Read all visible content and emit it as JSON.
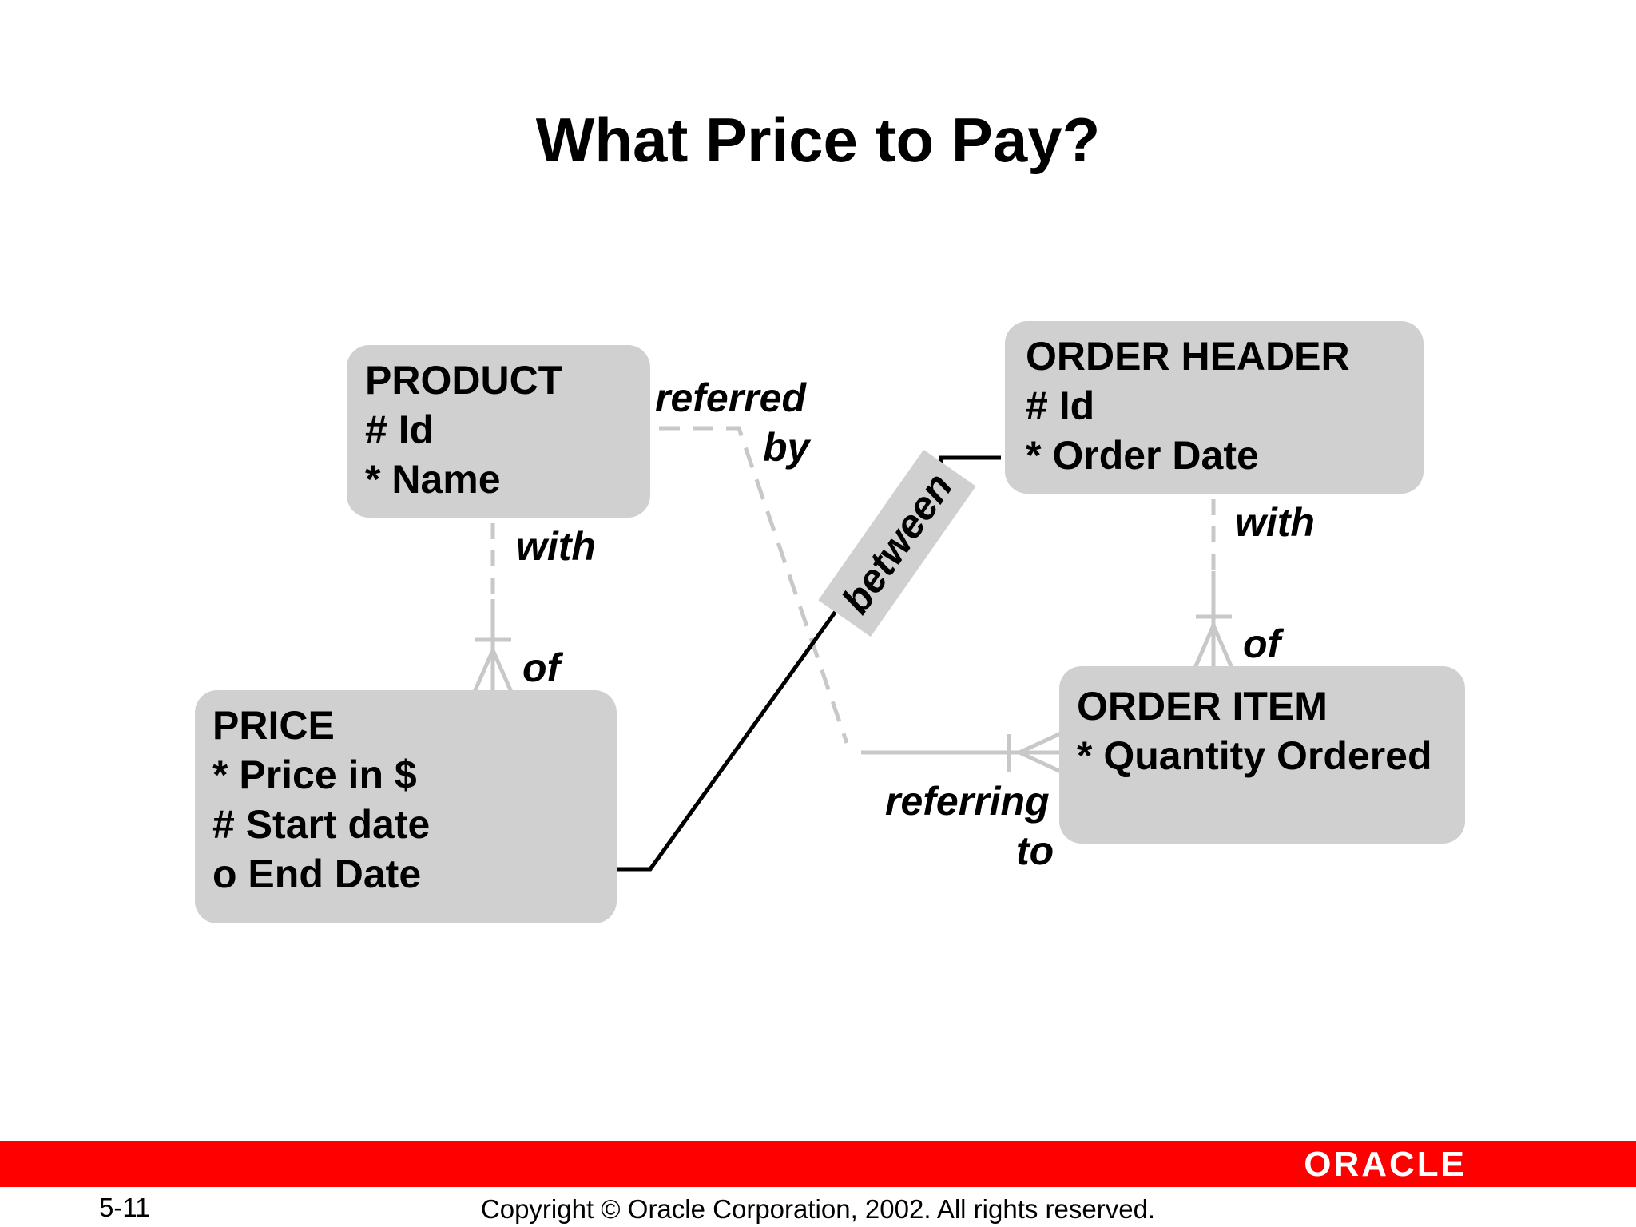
{
  "slide": {
    "title": "What Price to Pay?"
  },
  "entities": {
    "product": {
      "name": "PRODUCT",
      "attributes": [
        "# Id",
        "* Name"
      ]
    },
    "order_header": {
      "name": "ORDER HEADER",
      "attributes": [
        "# Id",
        "* Order Date"
      ]
    },
    "price": {
      "name": "PRICE",
      "attributes": [
        "* Price in $",
        "# Start date",
        "o End Date"
      ]
    },
    "order_item": {
      "name": "ORDER ITEM",
      "attributes": [
        "* Quantity Ordered"
      ]
    }
  },
  "relationships": {
    "product_price": {
      "upper_label": "with",
      "lower_label": "of"
    },
    "header_item": {
      "upper_label": "with",
      "lower_label": "of"
    },
    "product_item": {
      "upper_label_line1": "referred",
      "upper_label_line2": "by",
      "lower_label_line1": "referring",
      "lower_label_line2": "to"
    },
    "arc_label": "between"
  },
  "colors": {
    "entity_fill": "#d0d0d0",
    "relationship_line": "#c8c8c8",
    "arc_line": "#000000",
    "footer_bar": "#ff0000"
  },
  "footer": {
    "brand": "ORACLE",
    "page_number": "5-11",
    "copyright": "Copyright © Oracle Corporation, 2002. All rights reserved."
  }
}
